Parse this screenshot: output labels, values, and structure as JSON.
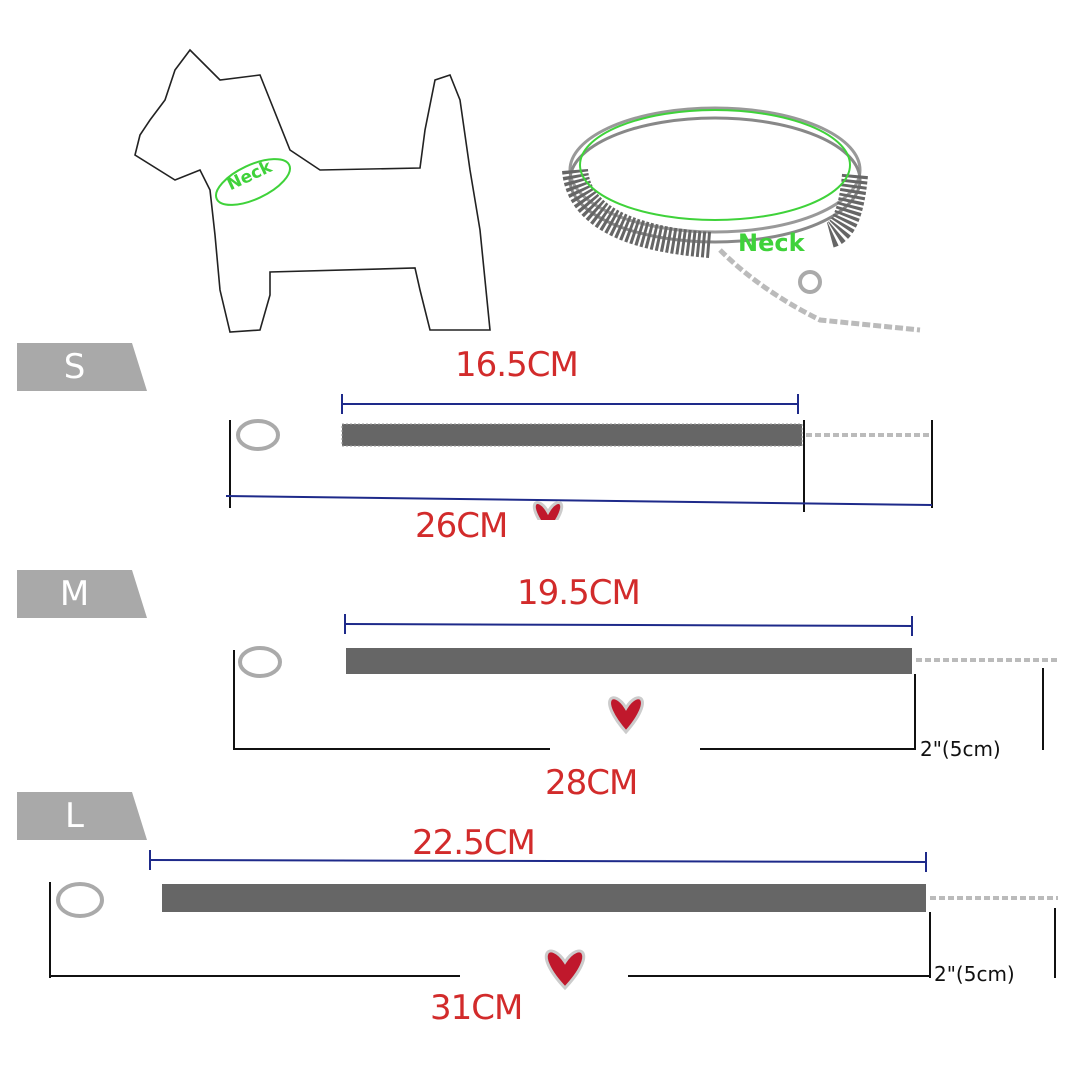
{
  "dog_diagram": {
    "neck_label": "Neck"
  },
  "collar_photo": {
    "neck_label": "Neck"
  },
  "colors": {
    "red_label": "#d22b2b",
    "dimension_line": "#1e2a8a",
    "tab": "#a9a9a9",
    "neck": "#3fd23a"
  },
  "sizes": [
    {
      "tab": "S",
      "collar_length": "16.5CM",
      "total_length": "26CM"
    },
    {
      "tab": "M",
      "collar_length": "19.5CM",
      "total_length": "28CM",
      "extension": "2\"(5cm)"
    },
    {
      "tab": "L",
      "collar_length": "22.5CM",
      "total_length": "31CM",
      "extension": "2\"(5cm)"
    }
  ]
}
